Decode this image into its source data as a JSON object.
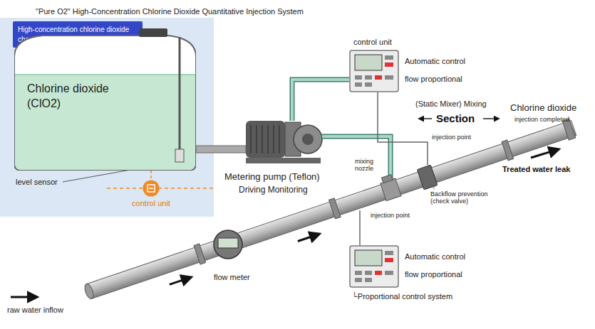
{
  "diagram": {
    "title": "\"Pure O2\" High-Concentration Chlorine Dioxide Quantitative Injection System",
    "nodes": [
      {
        "text": [
          "High-concentration chlorine dioxide chemical tank"
        ]
      },
      {
        "text": [
          "Chlorine dioxide (ClO2)"
        ]
      },
      {
        "text": [
          "control unit"
        ]
      },
      {
        "text": [
          "control unit",
          "Automatic control flow proportional"
        ]
      },
      {
        "text": [
          "Automatic control flow proportional",
          "└Proportional control system"
        ]
      }
    ],
    "edges": [
      {
        "from": 1,
        "to": 2,
        "arrow": "none"
      }
    ],
    "labels": [
      "level sensor",
      "Metering pump (Teflon)",
      "Driving Monitoring",
      "mixing nozzle",
      "injection point",
      "(Static Mixer) Mixing",
      "Section",
      "Chlorine dioxide",
      "injection completed",
      "Backflow prevention (check valve)",
      "injection point",
      "Treated water leak",
      "flow meter",
      "raw water inflow"
    ]
  }
}
